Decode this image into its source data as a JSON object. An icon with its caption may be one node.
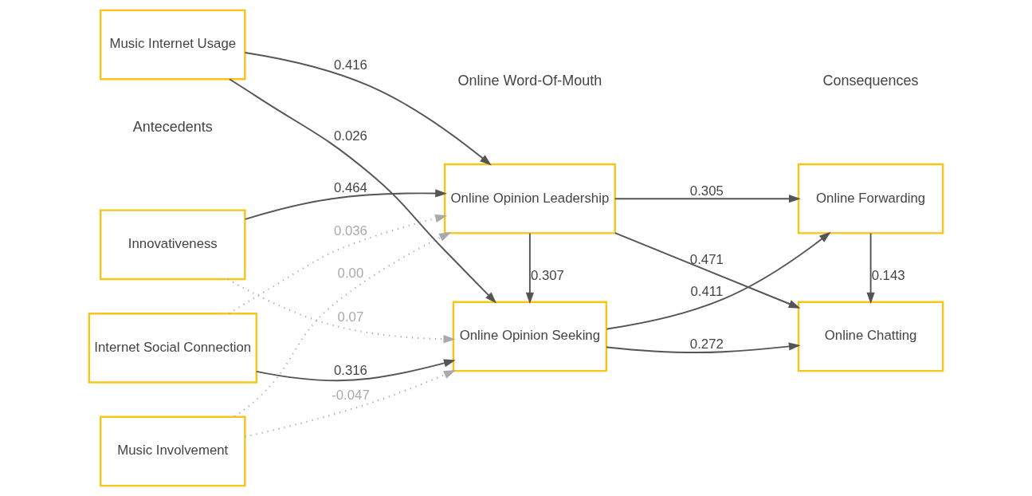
{
  "diagram": {
    "nodes": [
      {
        "text": [
          "Innovativeness"
        ]
      },
      {
        "text": [
          "Music Internet Usage"
        ]
      },
      {
        "text": [
          "Music Involvement"
        ]
      },
      {
        "text": [
          "Internet Social Connection"
        ]
      },
      {
        "text": [
          "Online Opinion Leadership"
        ]
      },
      {
        "text": [
          "Online Opinion Seeking"
        ]
      },
      {
        "text": [
          "Online Forwarding"
        ]
      },
      {
        "text": [
          "Online Chatting"
        ]
      }
    ],
    "edges": [
      {
        "from": 0,
        "to": 4,
        "arrow": "to",
        "label": "0.464"
      },
      {
        "from": 0,
        "to": 5,
        "arrow": "to",
        "label": "0.07",
        "style": "dashed",
        "color": "#aaaaaa"
      },
      {
        "from": 1,
        "to": 4,
        "arrow": "to",
        "label": "0.416"
      },
      {
        "from": 1,
        "to": 5,
        "arrow": "to",
        "label": "0.026"
      },
      {
        "from": 2,
        "to": 4,
        "arrow": "to",
        "label": "0.00",
        "style": "dashed",
        "color": "#aaaaaa"
      },
      {
        "from": 2,
        "to": 5,
        "arrow": "to",
        "label": "-0.047",
        "style": "dashed",
        "color": "#aaaaaa"
      },
      {
        "from": 3,
        "to": 4,
        "arrow": "to",
        "label": "0.036",
        "style": "dashed",
        "color": "#aaaaaa"
      },
      {
        "from": 3,
        "to": 5,
        "arrow": "to",
        "label": "0.316"
      },
      {
        "from": 4,
        "to": 5,
        "arrow": "to",
        "label": "0.307"
      },
      {
        "from": 4,
        "to": 6,
        "arrow": "to",
        "label": "0.305"
      },
      {
        "from": 4,
        "to": 7,
        "arrow": "to",
        "label": "0.471"
      },
      {
        "from": 5,
        "to": 6,
        "arrow": "to",
        "label": "0.411"
      },
      {
        "from": 5,
        "to": 7,
        "arrow": "to",
        "label": "0.272"
      },
      {
        "from": 6,
        "to": 7,
        "arrow": "to",
        "label": "0.143"
      }
    ],
    "labels": [
      "Antecedents",
      "Online Word-Of-Mouth",
      "Consequences"
    ]
  }
}
